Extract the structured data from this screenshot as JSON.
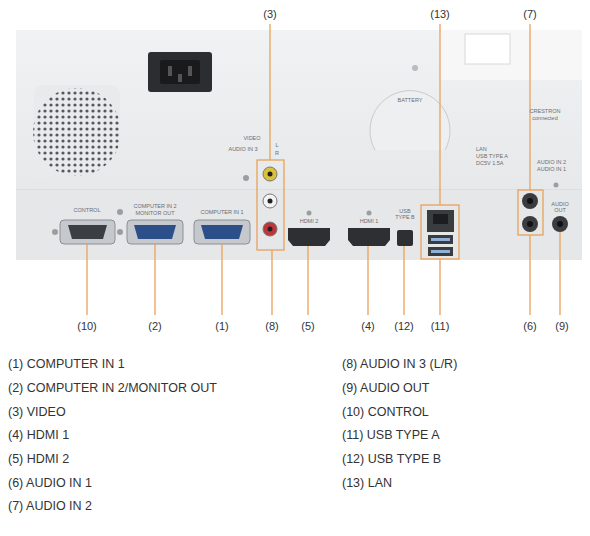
{
  "diagram": {
    "labels": [
      "(3)",
      "(13)",
      "(7)",
      "CONTROL",
      "COMPUTER IN 2",
      "MONITOR OUT",
      "COMPUTER IN 1",
      "VIDEO",
      "AUDIO IN 3",
      "L",
      "R",
      "HDMI 2",
      "HDMI 1",
      "USB TYPE B",
      "BATTERY",
      "LAN",
      "USB TYPE A",
      "DC5V 1.5A",
      "CRESTRON",
      "connected",
      "AUDIO IN 2",
      "AUDIO IN 1",
      "AUDIO OUT",
      "(10)",
      "(2)",
      "(1)",
      "(8)",
      "(5)",
      "(4)",
      "(12)",
      "(11)",
      "(6)",
      "(9)",
      "(1) COMPUTER IN 1",
      "(2) COMPUTER IN 2/MONITOR OUT",
      "(3) VIDEO",
      "(4) HDMI 1",
      "(5) HDMI 2",
      "(6) AUDIO IN 1",
      "(7) AUDIO IN 2",
      "(8) AUDIO IN 3 (L/R)",
      "(9) AUDIO OUT",
      "(10) CONTROL",
      "(11) USB TYPE A",
      "(12) USB TYPE B",
      "(13) LAN"
    ]
  }
}
